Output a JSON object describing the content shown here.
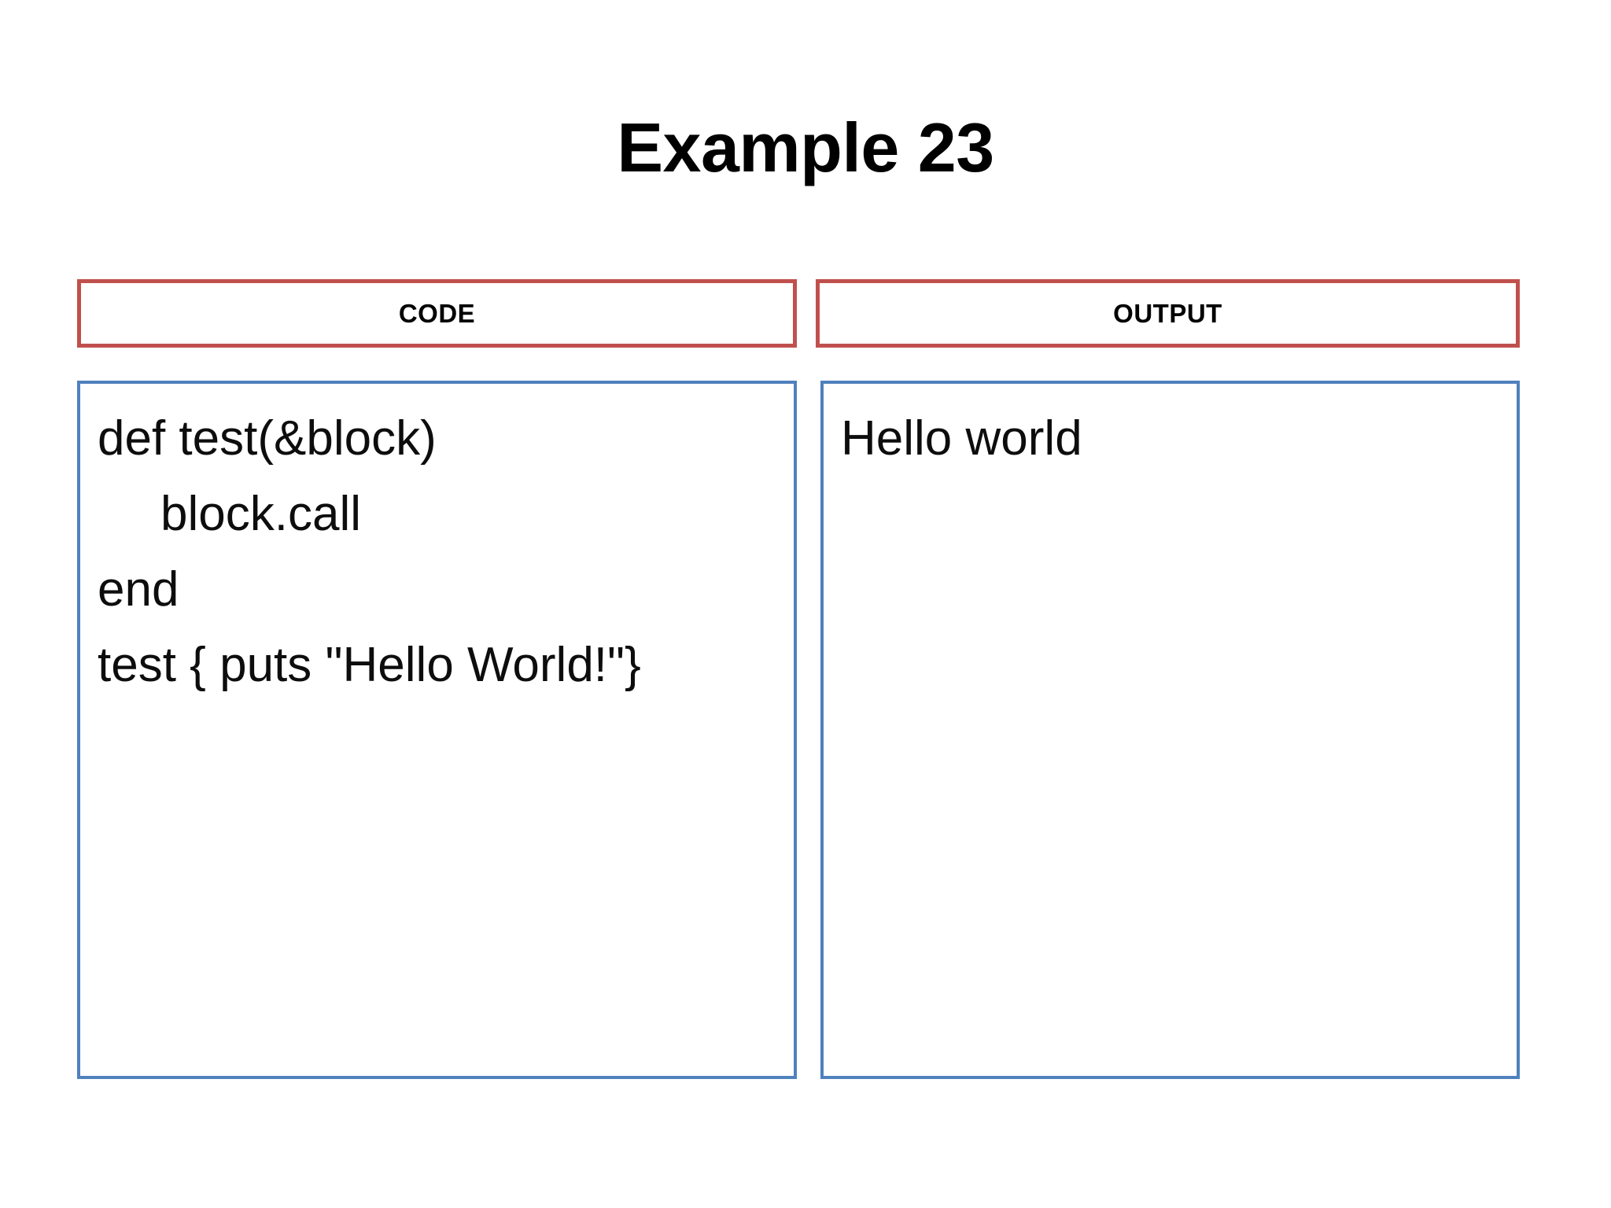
{
  "slide": {
    "title": "Example 23",
    "background_color": "#ffffff"
  },
  "theme": {
    "header_border_color": "#c0504d",
    "panel_border_color": "#4f81bd",
    "text_color": "#000000"
  },
  "columns": {
    "code": {
      "header_label": "CODE",
      "lines": [
        {
          "text": "def test(&block)",
          "indent": 0
        },
        {
          "text": "block.call",
          "indent": 1
        },
        {
          "text": "end",
          "indent": 0
        },
        {
          "text": "test { puts \"Hello World!\"}",
          "indent": 0
        }
      ]
    },
    "output": {
      "header_label": "OUTPUT",
      "lines": [
        {
          "text": "Hello world"
        }
      ]
    }
  }
}
